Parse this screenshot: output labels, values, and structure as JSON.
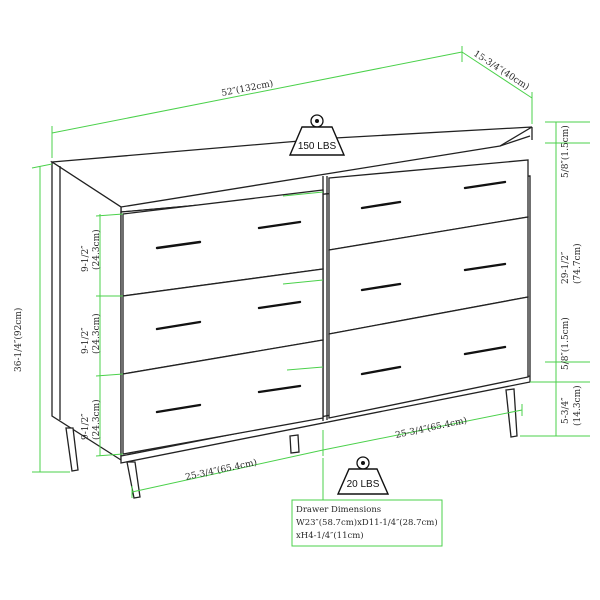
{
  "dimensions": {
    "width_top": "52″(132cm)",
    "depth_top": "15-3/4″(40cm)",
    "height_total": "36-1/4″(92cm)",
    "drawer_front_height_1": "9-1/2″",
    "drawer_front_height_1_cm": "(24.3cm)",
    "drawer_front_height_2": "9-1/2″",
    "drawer_front_height_2_cm": "(24.3cm)",
    "drawer_front_height_3": "9-1/2″",
    "drawer_front_height_3_cm": "(24.3cm)",
    "drawer_width_left": "25-3/4″(65.4cm)",
    "drawer_width_right": "25-3/4″(65.4cm)",
    "top_thickness": "5/8″(1.5cm)",
    "body_height": "29-1/2″",
    "body_height_cm": "(74.7cm)",
    "bottom_thickness": "5/8″(1.5cm)",
    "leg_height": "5-3/4″",
    "leg_height_cm": "(14.3cm)"
  },
  "weights": {
    "top_capacity": "150 LBS",
    "drawer_capacity": "20 LBS"
  },
  "drawer_note": {
    "title": "Drawer Dimensions",
    "line1": "W23″(58.7cm)xD11-1/4″(28.7cm)",
    "line2": "xH4-1/4″(11cm)"
  },
  "colors": {
    "dimension_lines": "#4bd14b",
    "outline": "#222222"
  },
  "icons": [
    "weight-icon",
    "weight-icon"
  ]
}
